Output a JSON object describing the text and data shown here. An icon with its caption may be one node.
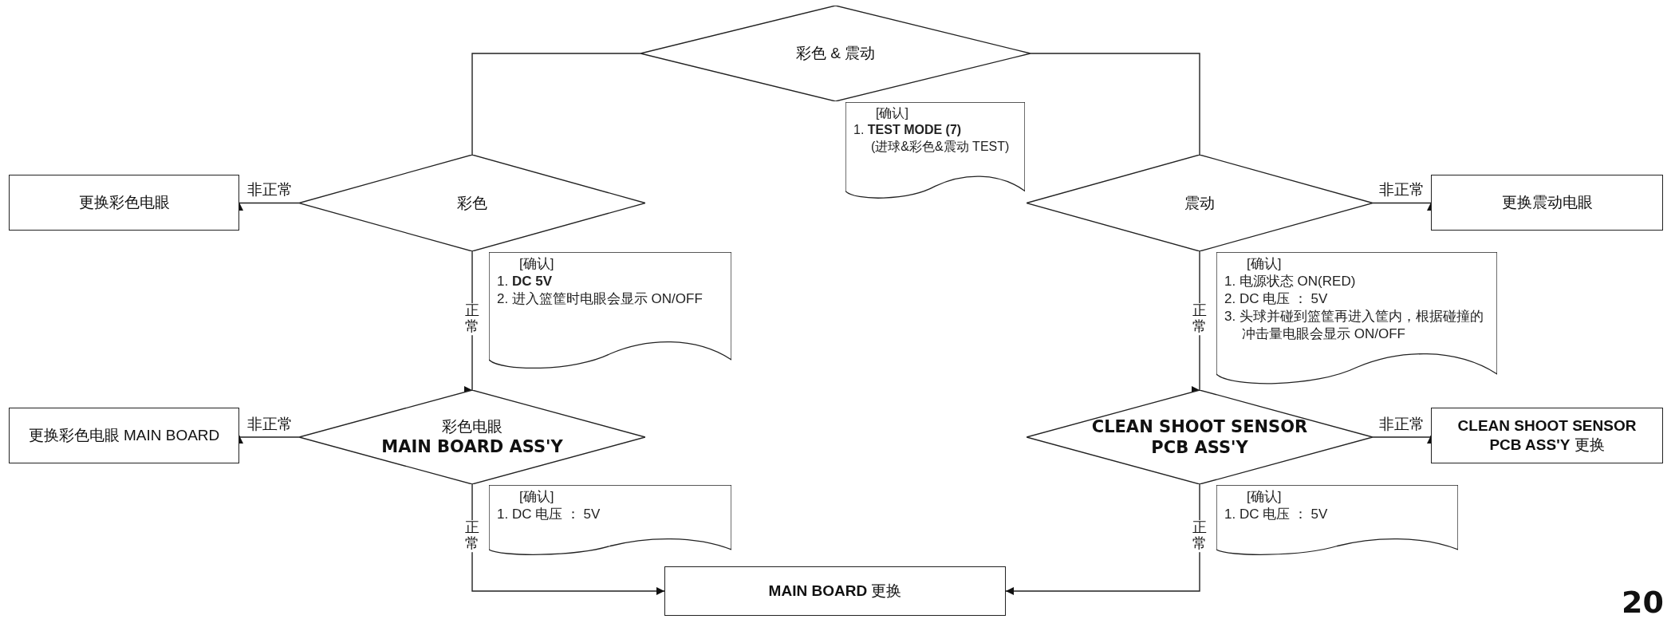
{
  "diagram": {
    "nodes": [
      {
        "text": [
          "彩色 & 震动"
        ]
      },
      {
        "text": [
          "[确认]",
          "1. **TEST MODE (7)**",
          "(进球&彩色&震动 TEST)"
        ]
      },
      {
        "text": [
          "更换彩色电眼"
        ]
      },
      {
        "text": [
          "彩色"
        ]
      },
      {
        "text": [
          "震动"
        ]
      },
      {
        "text": [
          "更换震动电眼"
        ]
      },
      {
        "text": [
          "[确认]",
          "1. **DC 5V**",
          "2. 进入篮筐时电眼会显示 ON/OFF"
        ]
      },
      {
        "text": [
          "[确认]",
          "1. 电源状态 ON(RED)",
          "2. DC 电压 ： 5V",
          "3. 头球并碰到篮筐再进入筐内，根据碰撞的冲击量电眼会显示 ON/OFF"
        ]
      },
      {
        "text": [
          "更换彩色电眼 MAIN BOARD"
        ]
      },
      {
        "text": [
          "彩色电眼",
          "MAIN BOARD ASS'Y"
        ]
      },
      {
        "text": [
          "CLEAN SHOOT SENSOR PCB ASS'Y"
        ]
      },
      {
        "text": [
          "**CLEAN SHOOT SENSOR PCB ASS'Y** 更换"
        ]
      },
      {
        "text": [
          "[确认]",
          "1. DC 电压 ： 5V"
        ]
      },
      {
        "text": [
          "[确认]",
          "1. DC 电压 ： 5V"
        ]
      },
      {
        "text": [
          "**MAIN BOARD** 更换"
        ]
      }
    ],
    "edges": [
      {
        "from": 0,
        "to": 3,
        "arrow": "none"
      },
      {
        "from": 0,
        "to": 4,
        "arrow": "none"
      },
      {
        "from": 3,
        "to": 2,
        "arrow": "to",
        "label": "非正常"
      },
      {
        "from": 3,
        "to": 9,
        "arrow": "to",
        "label": "正常"
      },
      {
        "from": 9,
        "to": 8,
        "arrow": "to",
        "label": "非正常"
      },
      {
        "from": 9,
        "to": 14,
        "arrow": "to",
        "label": "正常"
      },
      {
        "from": 4,
        "to": 5,
        "arrow": "to",
        "label": "非正常"
      },
      {
        "from": 4,
        "to": 10,
        "arrow": "to",
        "label": "正常"
      },
      {
        "from": 10,
        "to": 11,
        "arrow": "to",
        "label": "非正常"
      },
      {
        "from": 10,
        "to": 14,
        "arrow": "to",
        "label": "正常"
      }
    ],
    "labels": [
      "20"
    ]
  }
}
